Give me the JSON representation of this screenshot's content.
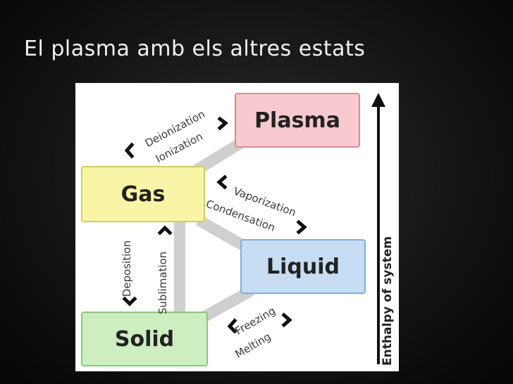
{
  "slide": {
    "title": "El plasma amb els altres estats"
  },
  "diagram": {
    "states": {
      "plasma": "Plasma",
      "gas": "Gas",
      "liquid": "Liquid",
      "solid": "Solid"
    },
    "transitions": {
      "deionization": "Deionization",
      "ionization": "Ionization",
      "vaporization": "Vaporization",
      "condensation": "Condensation",
      "deposition": "Deposition",
      "sublimation": "Sublimation",
      "freezing": "Freezing",
      "melting": "Melting"
    },
    "axis_label": "Enthalpy of system",
    "colors": {
      "plasma": "#f8c9cf",
      "gas": "#f8f6a6",
      "liquid": "#c6ddf4",
      "solid": "#cdeec1",
      "connector": "#cfcfcf",
      "arrow": "#111111"
    }
  }
}
